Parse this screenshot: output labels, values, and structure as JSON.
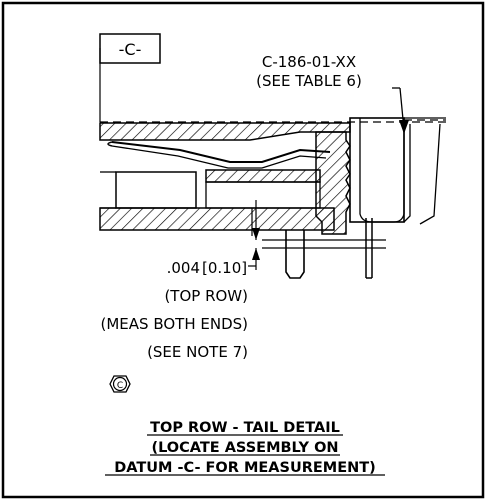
{
  "datum_label": "-C-",
  "part_callout": {
    "line1": "C-186-01-XX",
    "line2": "(SEE TABLE 6)"
  },
  "dimension": {
    "value": ".004",
    "metric": "[0.10]",
    "notes": [
      "(TOP ROW)",
      "(MEAS BOTH ENDS)",
      "(SEE NOTE 7)"
    ]
  },
  "symbol": "C",
  "caption": {
    "line1": "TOP ROW - TAIL DETAIL",
    "line2": "(LOCATE ASSEMBLY ON",
    "line3": "DATUM -C- FOR MEASUREMENT)"
  }
}
